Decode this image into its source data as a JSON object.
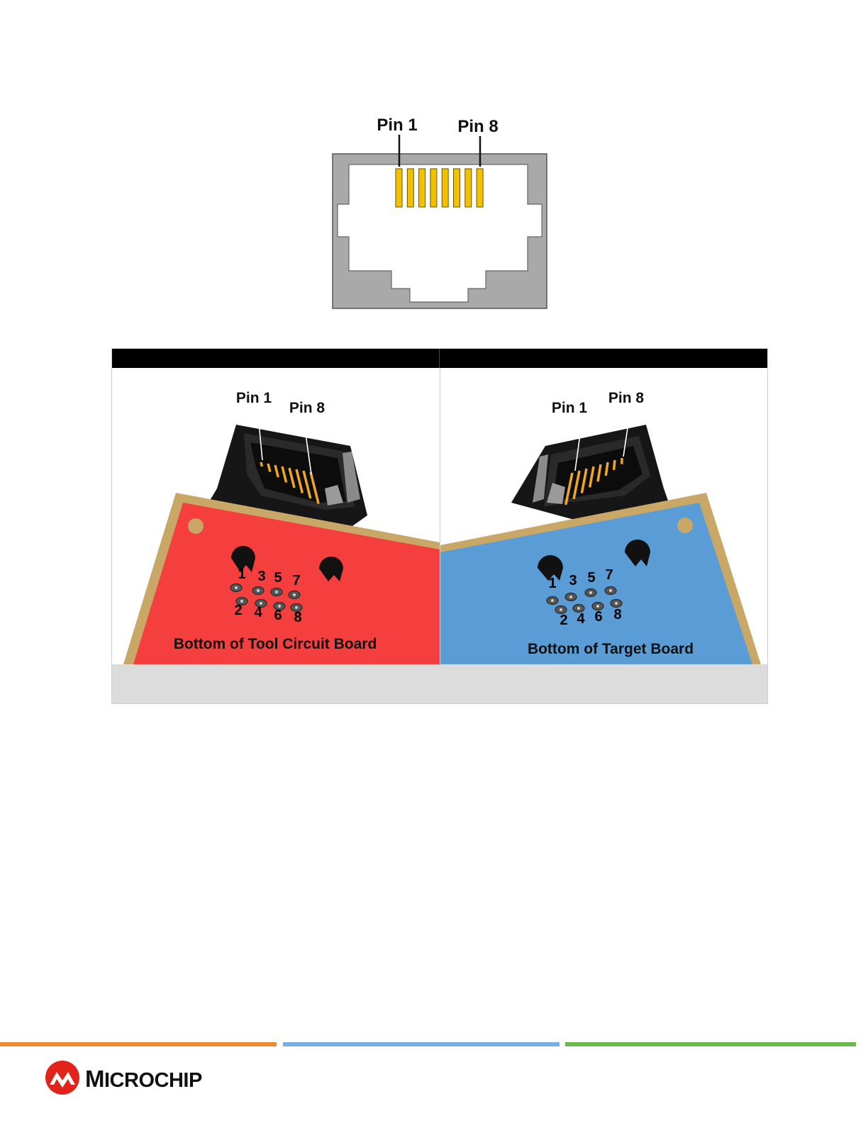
{
  "connector_figure": {
    "pin_first_label": "Pin 1",
    "pin_last_label": "Pin 8",
    "pin_count": 8
  },
  "pinout_table": {
    "header_left": "",
    "header_right": "",
    "footer_text": "",
    "tool_board": {
      "pin_first_label": "Pin 1",
      "pin_last_label": "Pin 8",
      "pin_numbers": [
        "1",
        "2",
        "3",
        "4",
        "5",
        "6",
        "7",
        "8"
      ],
      "caption": "Bottom of Tool Circuit Board",
      "color": "#f53f3f"
    },
    "target_board": {
      "pin_first_label": "Pin 1",
      "pin_last_label": "Pin 8",
      "pin_numbers": [
        "1",
        "2",
        "3",
        "4",
        "5",
        "6",
        "7",
        "8"
      ],
      "caption": "Bottom of Target Board",
      "color": "#5a9cd6"
    }
  },
  "footer": {
    "logo_text_initial": "M",
    "logo_text_rest": "ICROCHIP",
    "bar_colors": [
      "#ef8b2c",
      "#74afe0",
      "#6cbb4a"
    ]
  }
}
